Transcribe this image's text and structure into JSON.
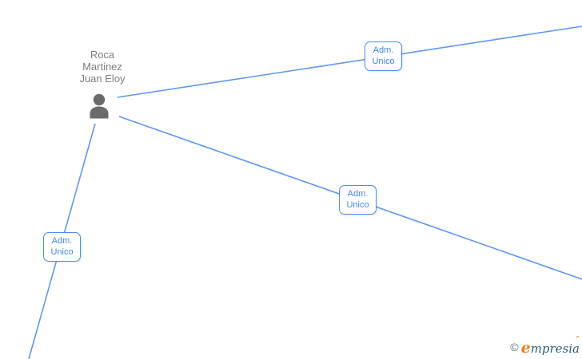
{
  "graph": {
    "person": {
      "name": "Roca Martinez Juan Eloy"
    },
    "edges": [
      {
        "id": "edge-top-right",
        "label": "Adm. Unico"
      },
      {
        "id": "edge-bottom-right",
        "label": "Adm. Unico"
      },
      {
        "id": "edge-bottom-left",
        "label": "Adm. Unico"
      }
    ]
  },
  "watermark": {
    "copyright": "©",
    "brand_first_letter": "e",
    "brand_rest": "mpresia",
    "accent": "´"
  },
  "colors": {
    "background": "#ffffff",
    "edge_blue": "#5e97f0",
    "badge_border": "#4b8bf5",
    "badge_text": "#4285f4",
    "person_icon_gray": "#6b6b6b",
    "person_name_gray": "#7d7d7d",
    "logo_orange": "#ee7d23",
    "logo_teal": "#2e5a70"
  }
}
